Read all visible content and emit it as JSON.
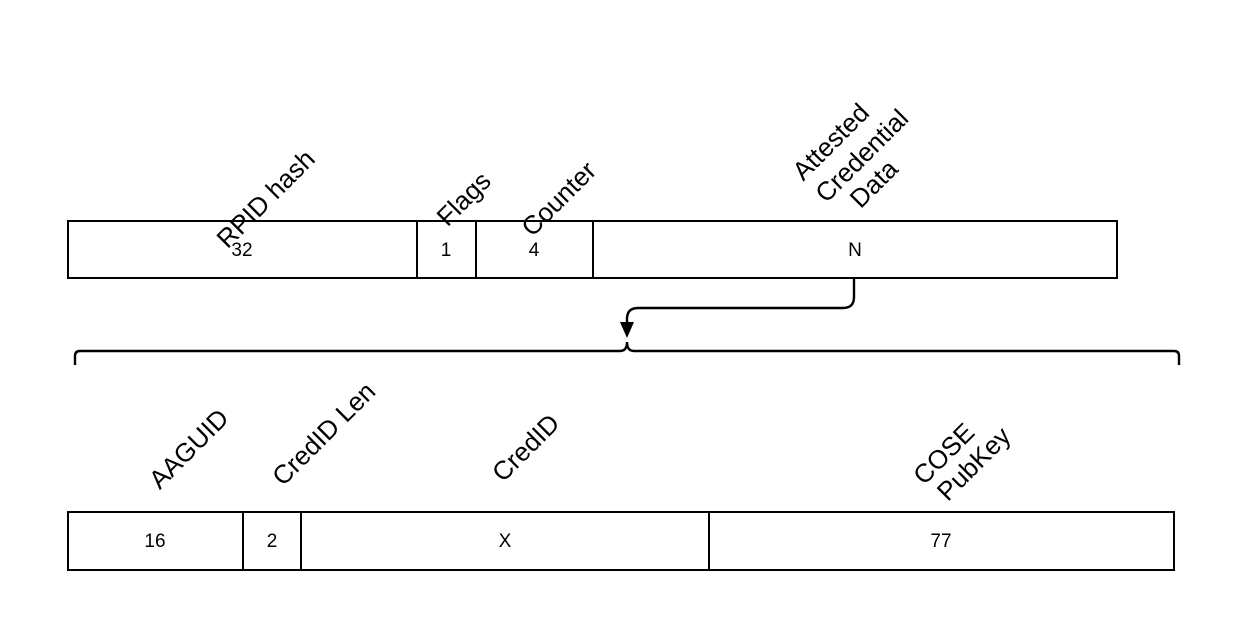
{
  "title": "Authenticator Data structure",
  "authenticator_data": {
    "fields": [
      {
        "name": "RPID hash",
        "size": "32"
      },
      {
        "name": "Flags",
        "size": "1"
      },
      {
        "name": "Counter",
        "size": "4"
      },
      {
        "name": "Attested Credential Data",
        "name_lines": [
          "Attested",
          "Credential",
          "Data"
        ],
        "size": "N"
      }
    ]
  },
  "attested_credential_data": {
    "fields": [
      {
        "name": "AAGUID",
        "size": "16"
      },
      {
        "name": "CredID Len",
        "size": "2"
      },
      {
        "name": "CredID",
        "size": "X"
      },
      {
        "name": "COSE PubKey",
        "name_lines": [
          "COSE",
          "PubKey"
        ],
        "size": "77"
      }
    ]
  },
  "colors": {
    "stroke": "#000000",
    "background": "#ffffff"
  }
}
